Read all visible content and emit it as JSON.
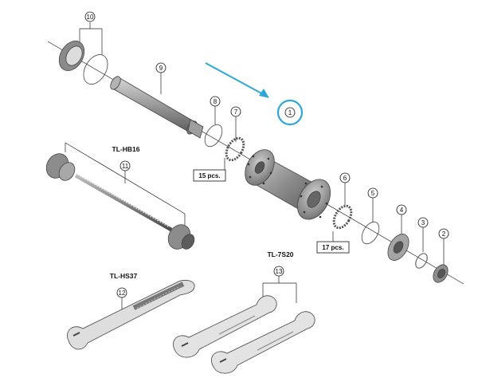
{
  "callouts": [
    {
      "id": "c1",
      "label": "1",
      "highlighted": true
    },
    {
      "id": "c2",
      "label": "2"
    },
    {
      "id": "c3",
      "label": "3"
    },
    {
      "id": "c4",
      "label": "4"
    },
    {
      "id": "c5",
      "label": "5"
    },
    {
      "id": "c6",
      "label": "6"
    },
    {
      "id": "c7",
      "label": "7"
    },
    {
      "id": "c8",
      "label": "8"
    },
    {
      "id": "c9",
      "label": "9"
    },
    {
      "id": "c10",
      "label": "10"
    },
    {
      "id": "c11",
      "label": "11"
    },
    {
      "id": "c12",
      "label": "12"
    },
    {
      "id": "c13",
      "label": "13"
    }
  ],
  "quantities": {
    "part7": "15 pcs.",
    "part6": "17 pcs."
  },
  "tools": {
    "hb16": "TL-HB16",
    "hs37": "TL-HS37",
    "s20": "TL-7S20"
  },
  "colors": {
    "highlight": "#2ca7d8",
    "line": "#222222",
    "part_dark": "#6f6f6f",
    "part_mid": "#a9a9a9",
    "part_light": "#d6d6d6"
  }
}
